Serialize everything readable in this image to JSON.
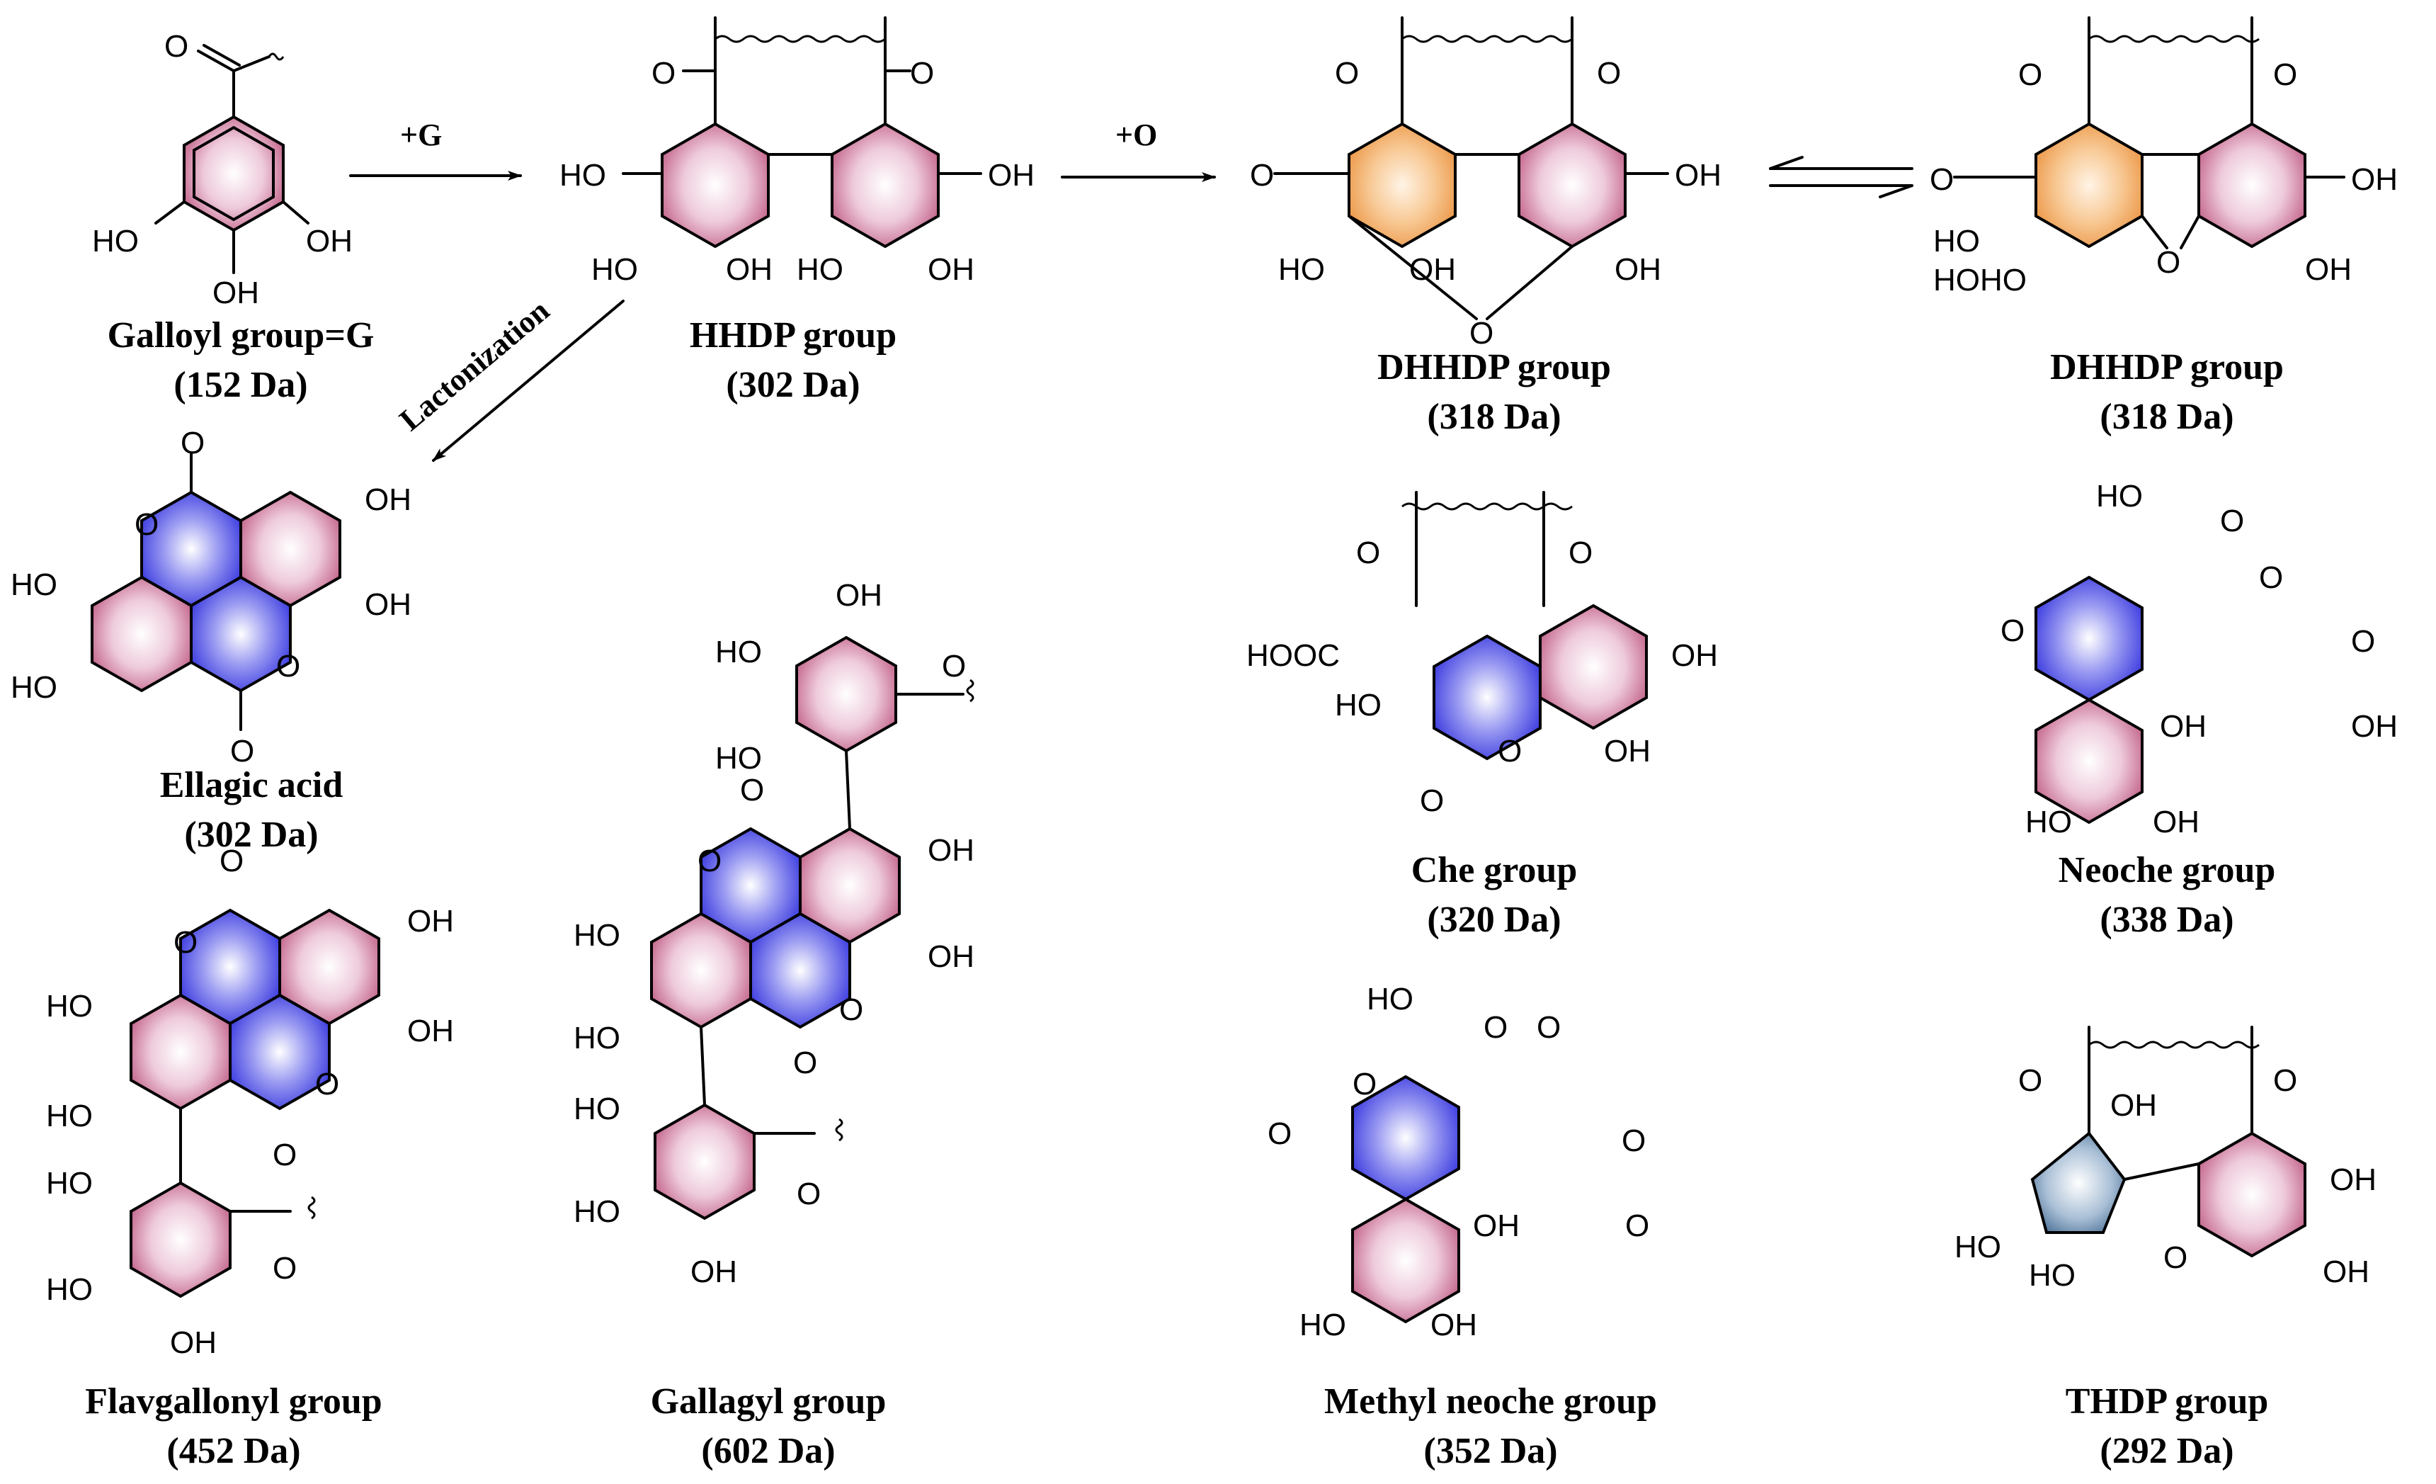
{
  "reactions": {
    "add_g": "+G",
    "add_o": "+O",
    "lactonization": "Lactonization"
  },
  "atoms": {
    "O": "O",
    "HO": "HO",
    "OH": "OH",
    "HOOC": "HOOC",
    "HOHO": "HOHO"
  },
  "structures": [
    {
      "id": "galloyl",
      "name": "Galloyl group=G",
      "mass": "(152 Da)"
    },
    {
      "id": "hhdp",
      "name": "HHDP group",
      "mass": "(302 Da)"
    },
    {
      "id": "dhhdp1",
      "name": "DHHDP group",
      "mass": "(318 Da)"
    },
    {
      "id": "dhhdp2",
      "name": "DHHDP group",
      "mass": "(318 Da)"
    },
    {
      "id": "ellagic",
      "name": "Ellagic acid",
      "mass": "(302 Da)"
    },
    {
      "id": "che",
      "name": "Che group",
      "mass": "(320 Da)"
    },
    {
      "id": "neoche",
      "name": "Neoche group",
      "mass": "(338 Da)"
    },
    {
      "id": "flavgallonyl",
      "name": "Flavgallonyl group",
      "mass": "(452 Da)"
    },
    {
      "id": "gallagyl",
      "name": "Gallagyl group",
      "mass": "(602 Da)"
    },
    {
      "id": "methylneoche",
      "name": "Methyl neoche group",
      "mass": "(352 Da)"
    },
    {
      "id": "thdp",
      "name": "THDP group",
      "mass": "(292 Da)"
    }
  ],
  "colors": {
    "aromatic_ring": "#c5698f",
    "lactone_ring": "#5b5be6",
    "oxidized_ring": "#f0a35c",
    "cyclopentane_ring": "#5a7fa6"
  }
}
